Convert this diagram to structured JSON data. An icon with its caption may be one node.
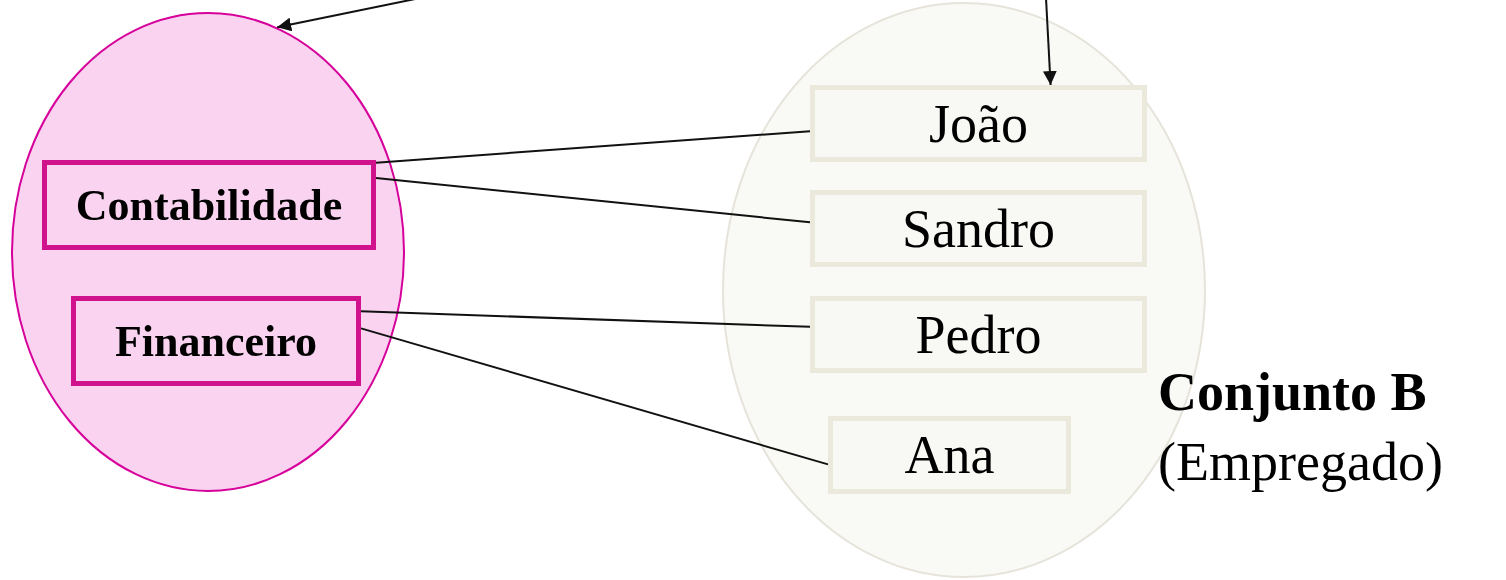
{
  "diagram": {
    "nodes": [
      {
        "text": [],
        "shape": "circle"
      },
      {
        "text": [
          "Contabilidade"
        ],
        "in": 0
      },
      {
        "text": [
          "Financeiro"
        ],
        "in": 0
      },
      {
        "text": [
          "Conjunto B",
          "(Empregado)"
        ]
      },
      {
        "text": [
          "João"
        ],
        "in": 3
      },
      {
        "text": [
          "Sandro"
        ],
        "in": 3
      },
      {
        "text": [
          "Pedro"
        ],
        "in": 3
      },
      {
        "text": [
          "Ana"
        ],
        "in": 3
      }
    ],
    "edges": [
      {
        "from": null,
        "to": 0,
        "arrow": "to"
      },
      {
        "from": null,
        "to": 4,
        "arrow": "to"
      },
      {
        "from": 1,
        "to": 4,
        "arrow": "none"
      },
      {
        "from": 1,
        "to": 5,
        "arrow": "none"
      },
      {
        "from": 2,
        "to": 6,
        "arrow": "none"
      },
      {
        "from": 2,
        "to": 7,
        "arrow": "none"
      }
    ]
  }
}
